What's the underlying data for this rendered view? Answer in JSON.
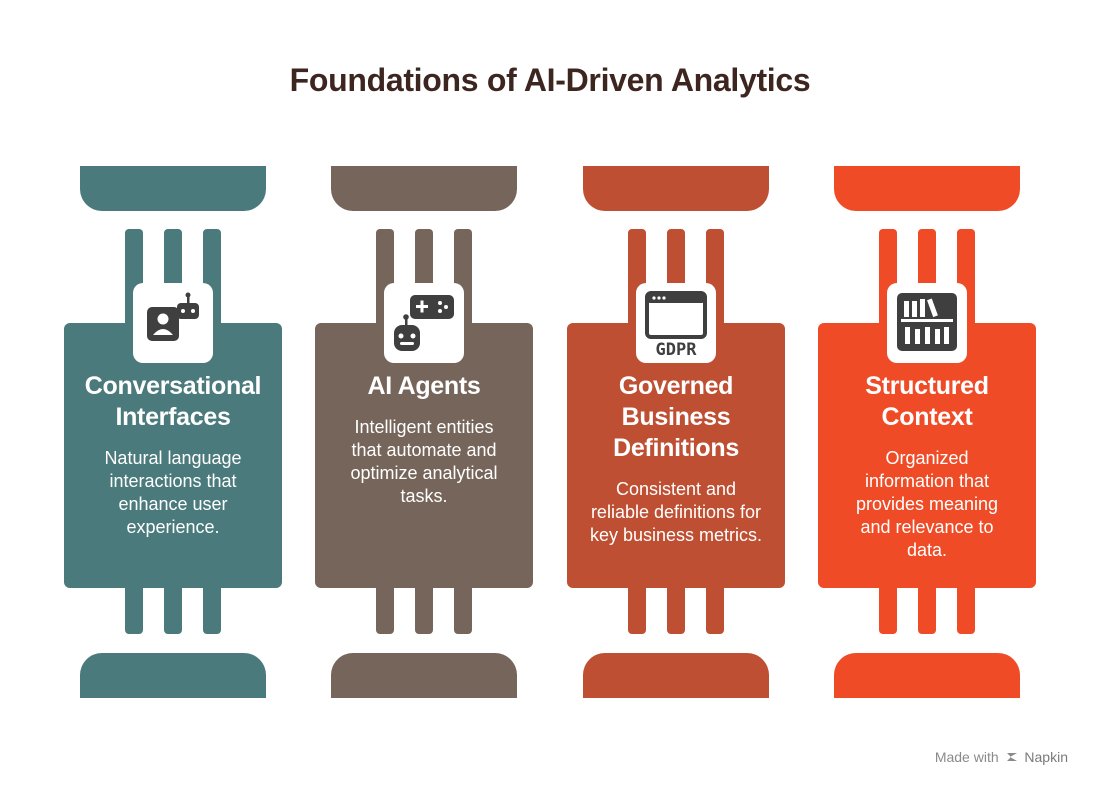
{
  "title": "Foundations of AI-Driven Analytics",
  "pillars": [
    {
      "heading": "Conversational Interfaces",
      "description": "Natural language interactions that enhance user experience.",
      "color": "#4a7a7c",
      "icon": "user-chatbot-icon"
    },
    {
      "heading": "AI Agents",
      "description": "Intelligent entities that automate and optimize analytical tasks.",
      "color": "#76655a",
      "icon": "robot-gamepad-icon"
    },
    {
      "heading": "Governed Business Definitions",
      "description": "Consistent and reliable definitions for key business metrics.",
      "color": "#bf4f33",
      "icon": "gdpr-browser-icon",
      "icon_text": "GDPR"
    },
    {
      "heading": "Structured Context",
      "description": "Organized information that provides meaning and relevance to data.",
      "color": "#ef4b26",
      "icon": "bookshelf-icon"
    }
  ],
  "footer": {
    "made_with": "Made with",
    "brand": "Napkin"
  }
}
